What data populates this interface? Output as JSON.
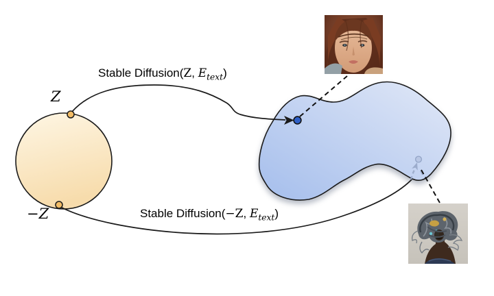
{
  "figure": {
    "sphere": {
      "label_top": "Z",
      "label_bottom": "−Z",
      "gradient_top": "#FEF6E4",
      "gradient_bottom": "#F7DCAC",
      "outline_color": "#1a1a1a",
      "point_color": "#F2BC66"
    },
    "manifold": {
      "gradient_dark": "#A5BEEC",
      "gradient_light": "#E1E8F7",
      "outline_color": "#1a1a1a",
      "in_point_color": "#2E5FC6",
      "faded_point_color": "#B9C7E4",
      "faded_arrow_color": "#9AAAC9"
    },
    "formula_top": {
      "func": "Stable Diffusion(",
      "arg": "Z",
      "sep": ", ",
      "var": "E",
      "sub": "text",
      "close": ")"
    },
    "formula_bottom": {
      "func": "Stable Diffusion(",
      "arg": "−Z",
      "sep": ", ",
      "var": "E",
      "sub": "text",
      "close": ")"
    },
    "images": {
      "top": "fantasy-portrait",
      "bottom": "distorted-portrait"
    }
  }
}
